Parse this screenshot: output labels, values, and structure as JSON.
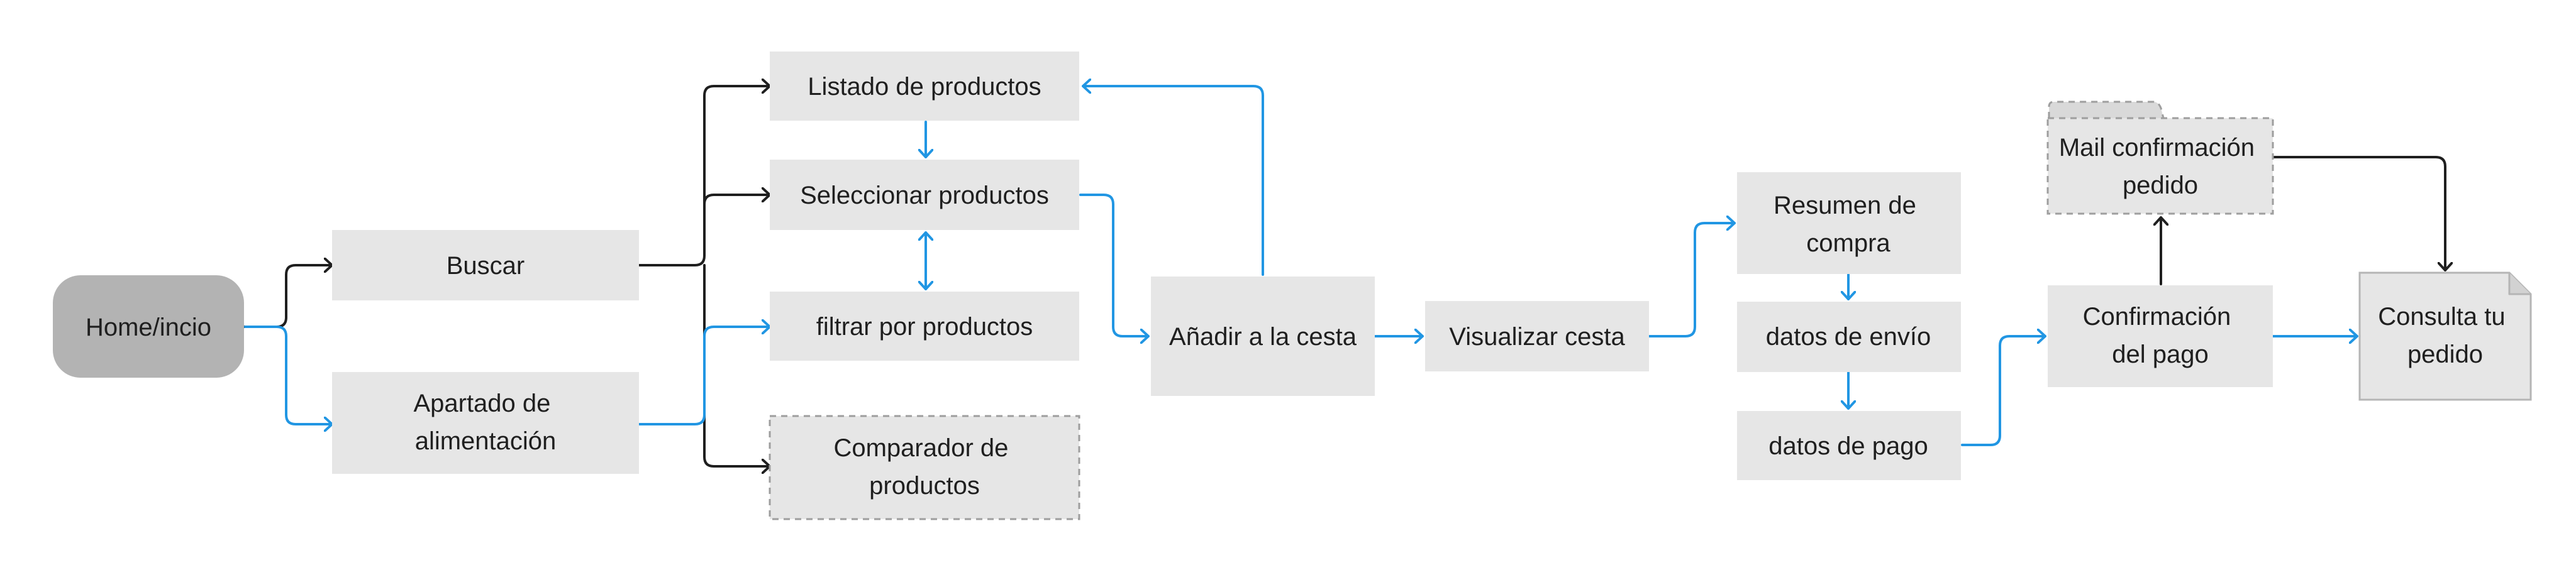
{
  "colors": {
    "box_fill": "#e6e6e6",
    "start_fill": "#b3b3b3",
    "text": "#1f1f1f",
    "arrow_blue": "#2196e3",
    "arrow_black": "#1f1f1f",
    "dashed_border": "#9e9e9e"
  },
  "nodes": {
    "home": [
      "Home/incio"
    ],
    "buscar": [
      "Buscar"
    ],
    "alimentacion": [
      "Apartado de",
      "alimentación"
    ],
    "listado": [
      "Listado de productos"
    ],
    "seleccionar": [
      "Seleccionar productos"
    ],
    "filtrar": [
      "filtrar por productos"
    ],
    "comparador": [
      "Comparador de",
      "productos"
    ],
    "anadir": [
      "Añadir a la cesta"
    ],
    "visualizar": [
      "Visualizar cesta"
    ],
    "resumen": [
      "Resumen de",
      "compra"
    ],
    "envio": [
      "datos de envío"
    ],
    "pago": [
      "datos de pago"
    ],
    "confirmacion": [
      "Confirmación",
      "del pago"
    ],
    "mail": [
      "Mail confirmación",
      "pedido"
    ],
    "consulta": [
      "Consulta tu",
      "pedido"
    ]
  }
}
